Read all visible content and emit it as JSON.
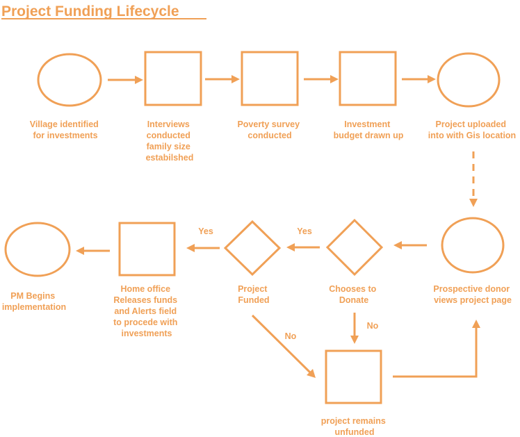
{
  "title": "Project Funding Lifecycle",
  "accent_color": "#F0A056",
  "nodes": {
    "village": {
      "shape": "ellipse",
      "lines": [
        "Village identified",
        "for investments"
      ]
    },
    "interviews": {
      "shape": "rectangle",
      "lines": [
        "Interviews",
        "conducted",
        "family size",
        "estabilshed"
      ]
    },
    "poverty": {
      "shape": "rectangle",
      "lines": [
        "Poverty survey",
        "conducted"
      ]
    },
    "budget": {
      "shape": "rectangle",
      "lines": [
        "Investment",
        "budget drawn up"
      ]
    },
    "uploaded": {
      "shape": "ellipse",
      "lines": [
        "Project uploaded",
        "into with Gis location"
      ]
    },
    "donor": {
      "shape": "ellipse",
      "lines": [
        "Prospective donor",
        "views project page"
      ]
    },
    "chooses": {
      "shape": "diamond",
      "lines": [
        "Chooses to",
        "Donate"
      ]
    },
    "funded": {
      "shape": "diamond",
      "lines": [
        "Project",
        "Funded"
      ]
    },
    "home_office": {
      "shape": "rectangle",
      "lines": [
        "Home office",
        "Releases funds",
        "and Alerts field",
        "to procede with",
        "investments"
      ]
    },
    "pm": {
      "shape": "ellipse",
      "lines": [
        "PM Begins",
        "implementation"
      ]
    },
    "unfunded": {
      "shape": "rectangle",
      "lines": [
        "project remains",
        "unfunded"
      ]
    }
  },
  "edges": [
    {
      "from": "village",
      "to": "interviews",
      "label": "",
      "style": "solid"
    },
    {
      "from": "interviews",
      "to": "poverty",
      "label": "",
      "style": "solid"
    },
    {
      "from": "poverty",
      "to": "budget",
      "label": "",
      "style": "solid"
    },
    {
      "from": "budget",
      "to": "uploaded",
      "label": "",
      "style": "solid"
    },
    {
      "from": "uploaded",
      "to": "donor",
      "label": "",
      "style": "dashed"
    },
    {
      "from": "donor",
      "to": "chooses",
      "label": "",
      "style": "solid"
    },
    {
      "from": "chooses",
      "to": "funded",
      "label": "Yes",
      "style": "solid"
    },
    {
      "from": "chooses",
      "to": "unfunded",
      "label": "No",
      "style": "solid"
    },
    {
      "from": "funded",
      "to": "home_office",
      "label": "Yes",
      "style": "solid"
    },
    {
      "from": "funded",
      "to": "unfunded",
      "label": "No",
      "style": "solid"
    },
    {
      "from": "home_office",
      "to": "pm",
      "label": "",
      "style": "solid"
    },
    {
      "from": "unfunded",
      "to": "donor",
      "label": "",
      "style": "solid"
    }
  ]
}
